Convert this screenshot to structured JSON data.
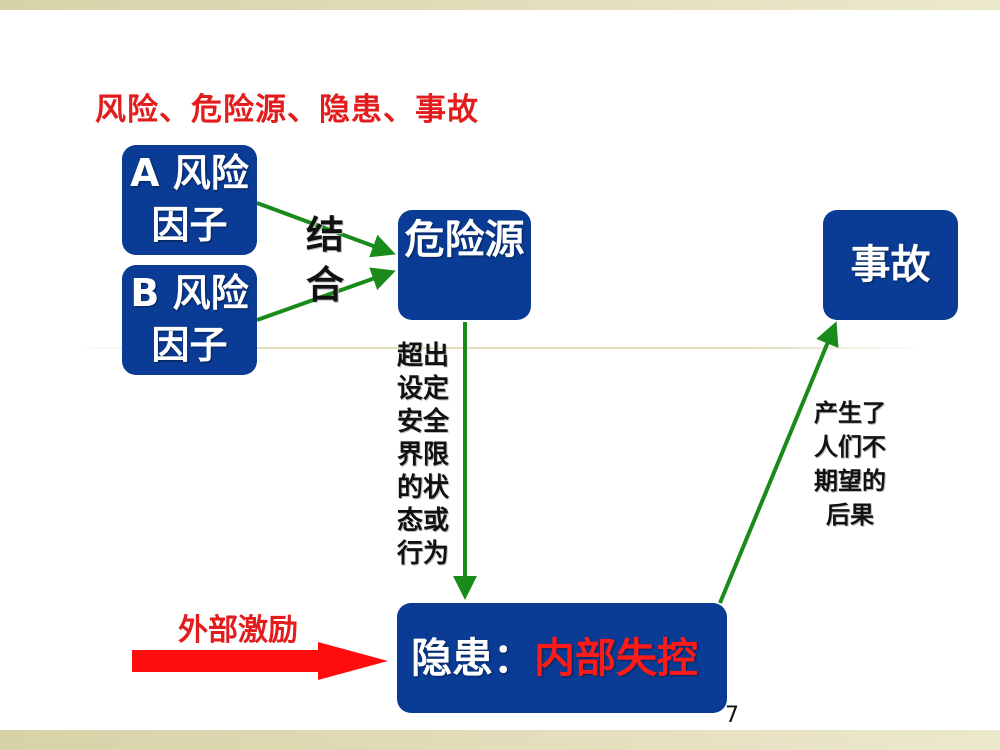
{
  "title": "风险、危险源、隐患、事故",
  "factor_a": "A 风险因子",
  "factor_b": "B 风险因子",
  "combine_label": "结合",
  "hazard": "危险源",
  "accident": "事故",
  "exceed_label": "超出设定安全界限的状态或行为",
  "consequence_label": "产生了人们不期望的后果",
  "hidden_danger": {
    "prefix": "隐患：",
    "emphasis": "内部失控"
  },
  "external_label": "外部激励",
  "page_number": "7",
  "colors": {
    "box_fill": "#0a3c96",
    "arrow_green": "#1a8a1a",
    "arrow_red": "#ff0d0d",
    "title_red": "#e31d1d"
  }
}
